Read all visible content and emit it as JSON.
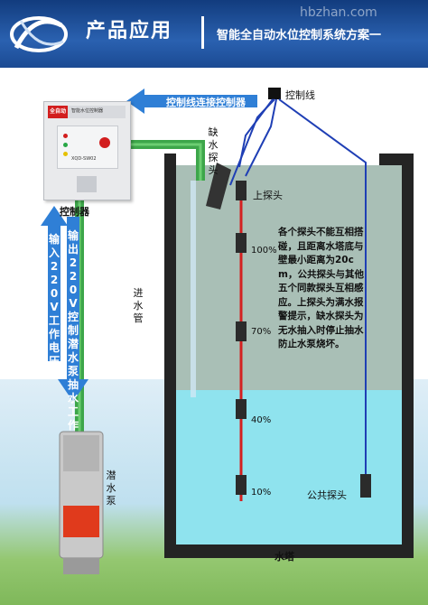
{
  "header": {
    "title": "产品应用",
    "subtitle": "智能全自动水位控制系统方案一",
    "watermark": "hbzhan.com"
  },
  "controller": {
    "brand": "全自动",
    "name": "智能水位控制器",
    "model": "XQD-SW02",
    "label": "控制器"
  },
  "arrows": {
    "top_label": "控制线连接控制器",
    "input_label": "输入220V工作电压",
    "output_label": "输出220V控制潜水泵抽水工作"
  },
  "labels": {
    "control_wire": "控制线",
    "low_water_probe": "缺水探头",
    "upper_probe": "上探头",
    "inlet_pipe": "进水管",
    "submersible_pump": "潜水泵",
    "common_probe": "公共探头",
    "water_tower": "水塔"
  },
  "levels": [
    "100%",
    "70%",
    "40%",
    "10%"
  ],
  "note": "各个探头不能互相搭碰，且距离水塔底与壁最小距离为20cm，公共探头与其他五个同款探头互相感应。上探头为满水报警提示，缺水探头为无水抽入时停止抽水防止水泵烧坏。",
  "colors": {
    "header_blue": "#1f4f9c",
    "arrow_blue": "#2f7fd6",
    "pipe_green": "#3da64a",
    "wire_blue": "#1f3fb5",
    "wire_red": "#d42020",
    "water": "#8fe3ee",
    "tower_wall": "#242424"
  }
}
